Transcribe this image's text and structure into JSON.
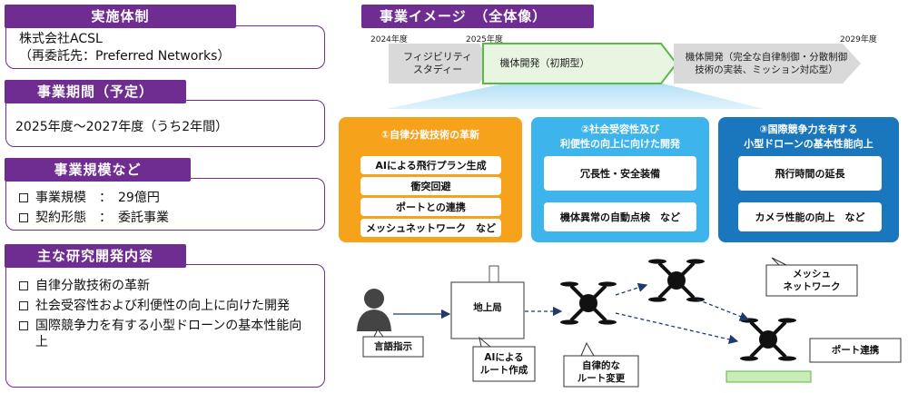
{
  "implementation": {
    "title": "実施体制",
    "line1": "株式会社ACSL",
    "line2": "（再委託先：Preferred Networks）"
  },
  "period": {
    "title": "事業期間（予定）",
    "text": "2025年度～2027年度（うち2年間）"
  },
  "scale": {
    "title": "事業規模など",
    "items": [
      "事業規模　：　29億円",
      "契約形態　：　委託事業"
    ]
  },
  "research": {
    "title": "主な研究開発内容",
    "items": [
      "自律分散技術の革新",
      "社会受容性および利便性の向上に向けた開発",
      "国際競争力を有する小型ドローンの基本性能向上"
    ]
  },
  "image": {
    "title": "事業イメージ　（全体像）",
    "years": [
      "2024年度",
      "2025年度",
      "2029年度"
    ],
    "phases": [
      "フィジビリティ\nスタディー",
      "機体開発（初期型）",
      "機体開発（完全な自律制御・分散制御技術の実装、ミッション対応型）"
    ]
  },
  "cards": [
    {
      "title": "①自律分散技術の革新",
      "items": [
        "AIによる飛行プラン生成",
        "衝突回避",
        "ポートとの連携",
        "メッシュネットワーク　など"
      ]
    },
    {
      "title": "②社会受容性及び\n利便性の向上に向けた開発",
      "items": [
        "冗長性・安全装備",
        "機体異常の自動点検　など"
      ]
    },
    {
      "title": "③国際競争力を有する\n小型ドローンの基本性能向上",
      "items": [
        "飛行時間の延長",
        "カメラ性能の向上　など"
      ]
    }
  ],
  "flow": {
    "voice": "言語指示",
    "ground": "地上局",
    "ai_route": "AIによる\nルート作成",
    "reroute": "自律的な\nルート変更",
    "mesh": "メッシュ\nネットワーク",
    "port": "ポート連携"
  },
  "colors": {
    "purple": "#6f2c91",
    "orange": "#f7a21b",
    "lightblue": "#3db5ec",
    "darkblue": "#1b77bd",
    "green": "#58b947"
  }
}
